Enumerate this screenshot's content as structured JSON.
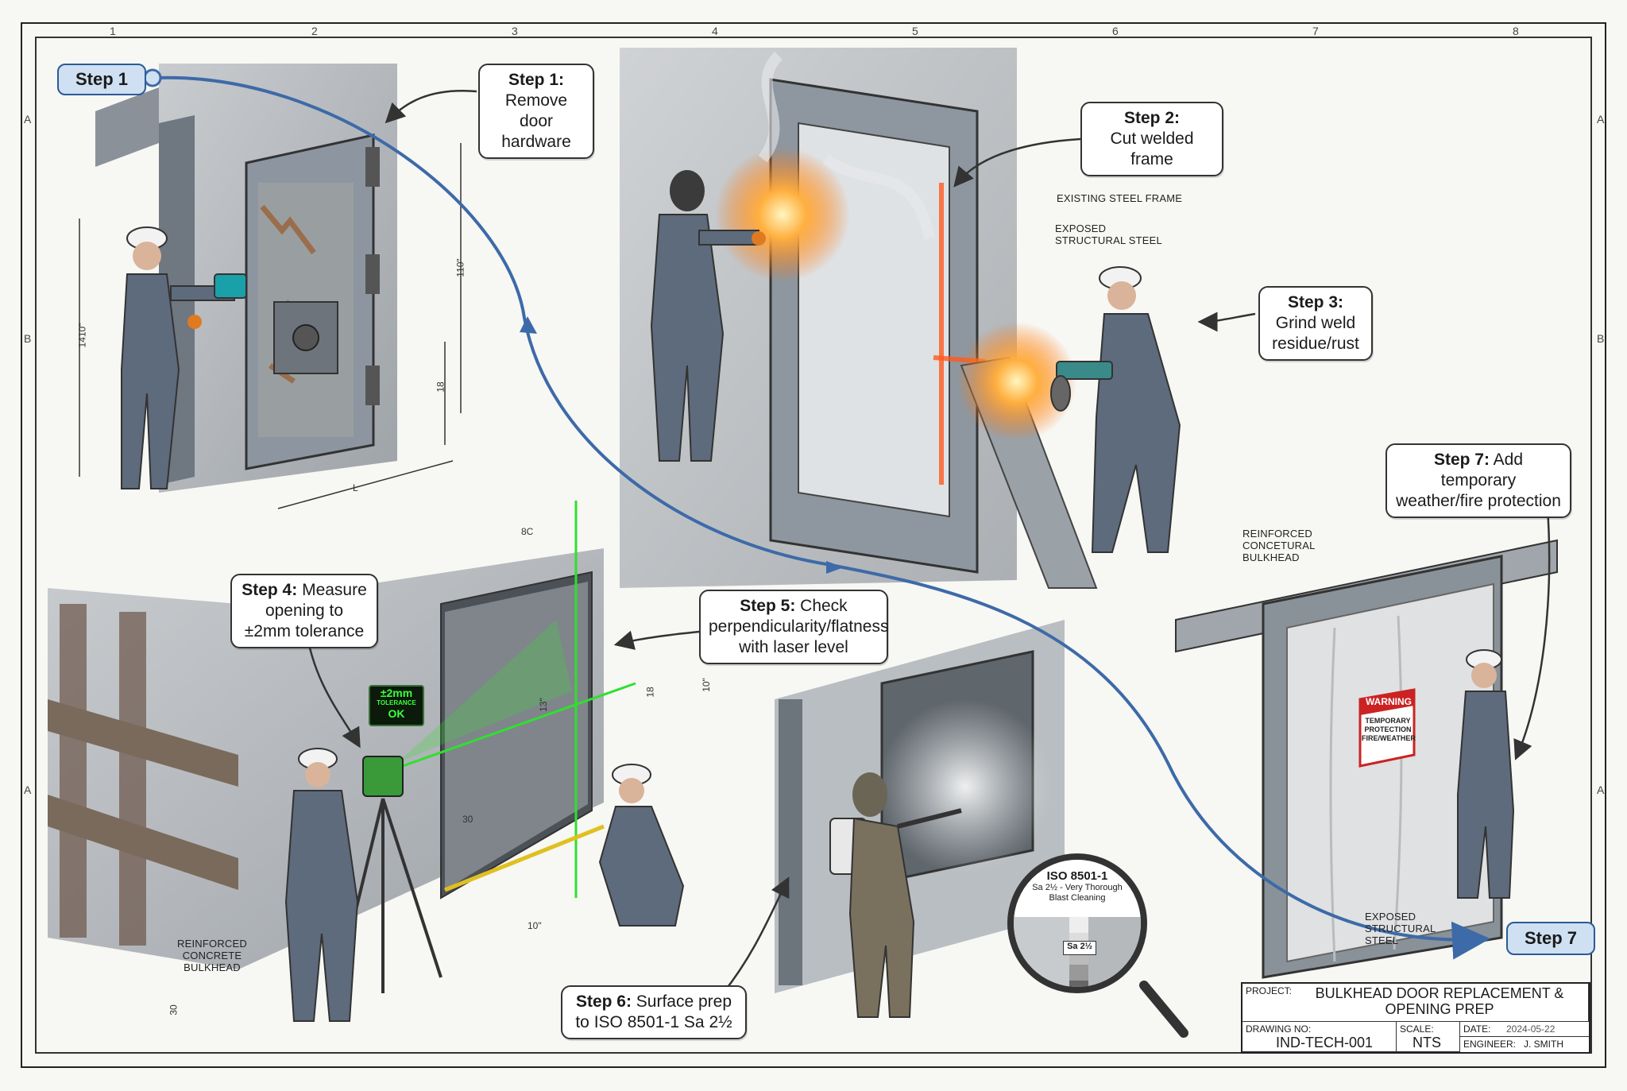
{
  "grid": {
    "columns": [
      "1",
      "2",
      "3",
      "4",
      "5",
      "6",
      "7",
      "8"
    ],
    "rows": [
      "A",
      "B",
      "A"
    ]
  },
  "flow": {
    "start_label": "Step 1",
    "end_label": "Step 7"
  },
  "callouts": {
    "step1": {
      "step": "Step 1:",
      "text": "Remove door hardware"
    },
    "step2": {
      "step": "Step 2:",
      "text": "Cut welded frame"
    },
    "step3": {
      "step": "Step 3:",
      "text": "Grind weld residue/rust"
    },
    "step4": {
      "step": "Step 4:",
      "text": "Measure opening to ±2mm tolerance"
    },
    "step5": {
      "step": "Step 5:",
      "text": "Check perpendicularity/flatness with laser level"
    },
    "step6": {
      "step": "Step 6:",
      "text": "Surface prep to ISO 8501-1 Sa 2½"
    },
    "step7": {
      "step": "Step 7:",
      "text": "Add temporary weather/fire protection"
    }
  },
  "notes": {
    "existing_frame": "EXISTING STEEL FRAME",
    "exposed_steel_top": "EXPOSED STRUCTURAL STEEL",
    "bulkhead_right": "REINFORCED CONCETURAL BULKHEAD",
    "bulkhead_left": "REINFORCED CONCRETE BULKHEAD",
    "exposed_steel_bottom": "EXPOSED STRUCTURAL STEEL"
  },
  "laser_display": {
    "line1": "±2mm",
    "line2": "TOLERANCE",
    "line3": "OK"
  },
  "iso_inset": {
    "title": "ISO 8501-1",
    "subtitle": "Sa 2½ - Very Thorough Blast Cleaning",
    "grade": "Sa 2½"
  },
  "warning_sign": {
    "heading": "WARNING",
    "text": "TEMPORARY PROTECTION FIRE/WEATHER"
  },
  "dimensions": {
    "d1": "1410\"",
    "d2": "110\"",
    "d3": "18",
    "d4": "L",
    "d5": "8C",
    "d6": "13\"",
    "d7": "18",
    "d8": "10\"",
    "d9": "30",
    "d10": "10\"",
    "d11": "30"
  },
  "title_block": {
    "project_label": "PROJECT:",
    "project_value": "BULKHEAD DOOR REPLACEMENT & OPENING PREP",
    "drawing_label": "DRAWING NO:",
    "drawing_value": "IND-TECH-001",
    "scale_label": "SCALE:",
    "scale_value": "NTS",
    "date_label": "DATE:",
    "date_value": "2024-05-22",
    "engineer_label": "ENGINEER:",
    "engineer_value": "J. SMITH"
  },
  "colors": {
    "flow_arrow": "#3d6aa8",
    "pill_fill": "#cfe0f2",
    "laser": "#2fe02f",
    "sparks": "#ff8a1e",
    "coverall": "#5d6b7c",
    "warning_red": "#cc2222"
  }
}
